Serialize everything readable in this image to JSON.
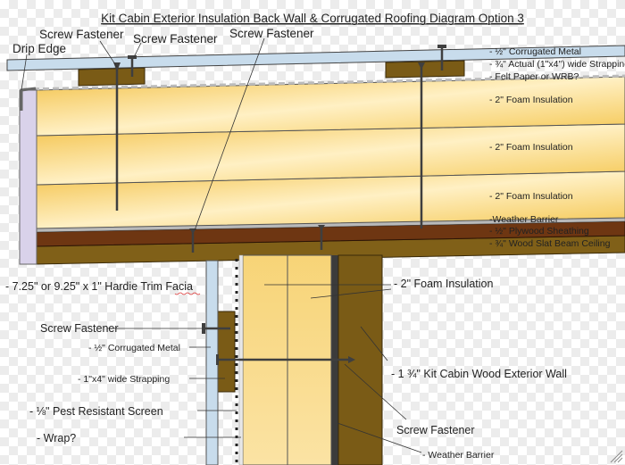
{
  "title": "Kit Cabin Exterior Insulation Back Wall & Corrugated Roofing Diagram Option 3",
  "colors": {
    "metal_blue": "#c8dcec",
    "strapping_brown": "#7a5b16",
    "plywood_red_brown": "#6e3612",
    "ceiling_brown": "#806018",
    "foam_yellow": "#f5cf63",
    "fascia_lavender": "#d9d2ea",
    "fastener_gray": "#3f3f3f"
  },
  "labels": {
    "drip_edge": "Drip Edge",
    "screw_fastener": "Screw Fastener",
    "roof_corrugated_metal": "- ½\" Corrugated Metal",
    "roof_strapping": "- ¾\" Actual (1\"x4\") wide Strapping",
    "felt_paper": "- Felt Paper or WRB?",
    "foam_insulation": "- 2\" Foam Insulation",
    "weather_barrier_roof": "-Weather Barrier",
    "plywood_sheathing": "- ½\" Plywood Sheathing",
    "wood_slat_ceiling": "- ¾\" Wood Slat Beam Ceiling",
    "hardie_trim": "- 7.25\" or 9.25\"  x 1\" Hardie Trim Facia",
    "wall_foam_insulation": "- 2\" Foam Insulation",
    "wall_screw_fastener": "Screw Fastener",
    "wall_corrugated_metal": "- ½\" Corrugated Metal",
    "wall_strapping": "- 1\"x4\" wide Strapping",
    "pest_screen": "- ⅛\" Pest Resistant Screen",
    "wrap": "- Wrap?",
    "kit_cabin_wall": "- 1 ¾\" Kit Cabin Wood Exterior Wall",
    "bottom_screw_fastener": "Screw Fastener",
    "wall_weather_barrier": "- Weather Barrier"
  }
}
